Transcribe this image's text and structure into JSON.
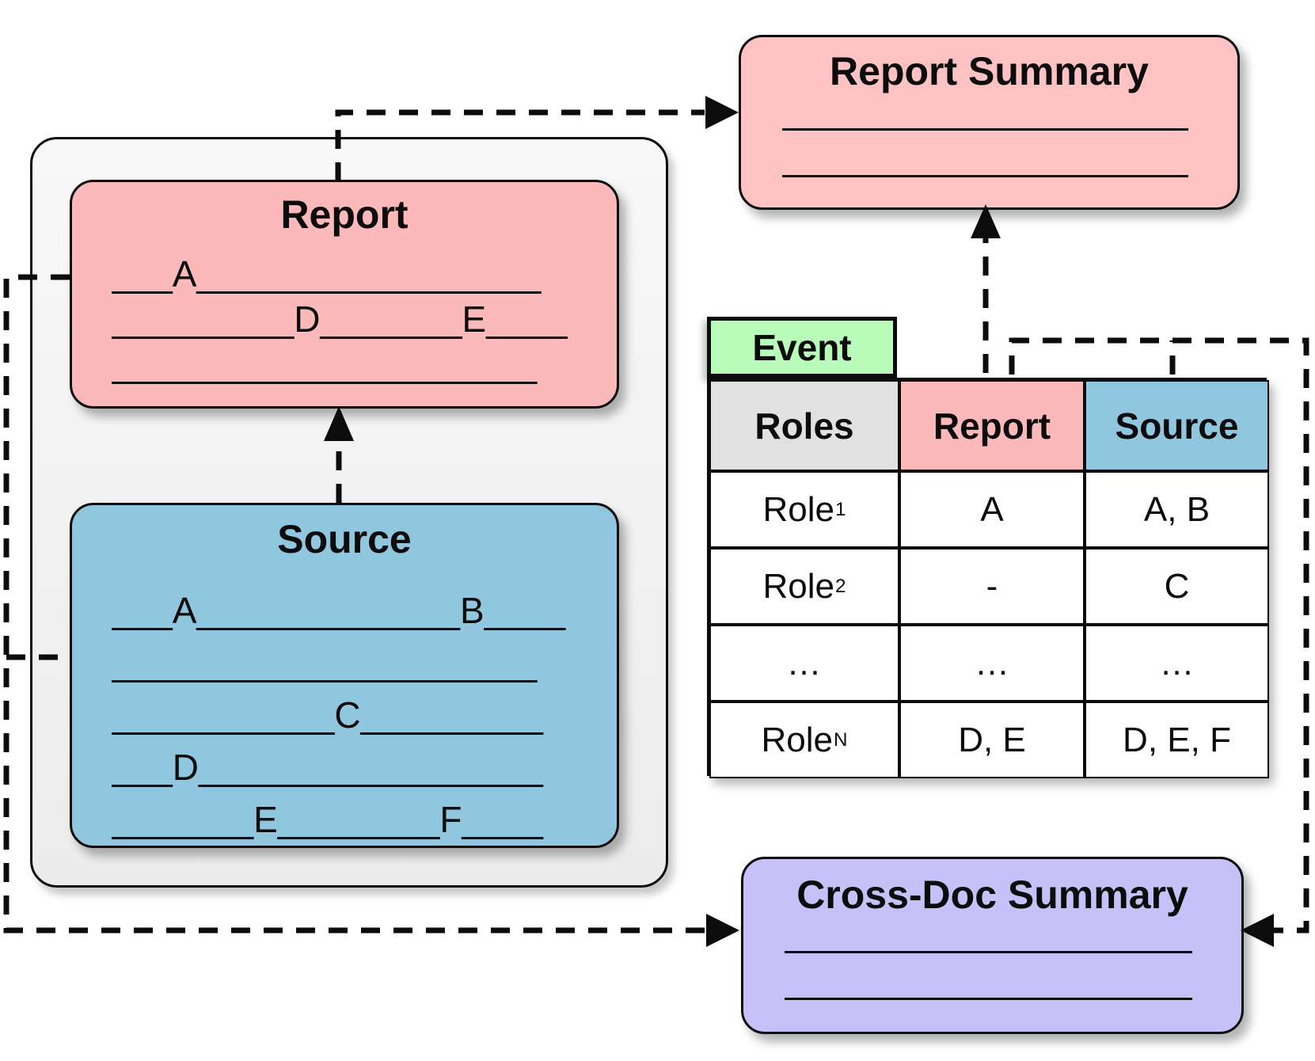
{
  "report_doc": {
    "title": "Report",
    "lines": [
      "___A_________________",
      "_________D_______E____",
      "_____________________"
    ]
  },
  "source_doc": {
    "title": "Source",
    "lines": [
      "___A_____________B____",
      "_____________________",
      "___________C_________",
      "___D_________________",
      "_______E________F____"
    ]
  },
  "report_summary": {
    "title": "Report Summary"
  },
  "cross_doc_summary": {
    "title": "Cross-Doc Summary"
  },
  "event_table": {
    "tab_label": "Event",
    "columns": [
      "Roles",
      "Report",
      "Source"
    ],
    "rows": [
      {
        "role_base": "Role",
        "role_sub": "1",
        "report": "A",
        "source": "A, B"
      },
      {
        "role_base": "Role",
        "role_sub": "2",
        "report": "-",
        "source": "C"
      },
      {
        "role_base": "…",
        "role_sub": "",
        "report": "…",
        "source": "…"
      },
      {
        "role_base": "Role",
        "role_sub": "N",
        "report": "D, E",
        "source": "D, E, F"
      }
    ]
  },
  "colors": {
    "report_pink": "#fbb9b9",
    "summary_pink": "#ffc2c2",
    "source_blue": "#90c6de",
    "event_green": "#b9fbb9",
    "roles_gray": "#e1e1e1",
    "summary_purple": "#c6c2f9",
    "panel_gray": "#f2f2f2",
    "ink": "#0c0c0c"
  }
}
